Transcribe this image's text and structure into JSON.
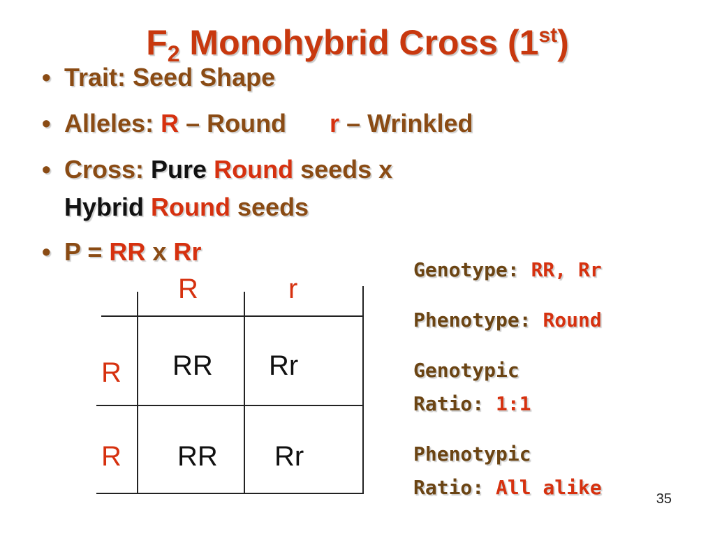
{
  "title": {
    "prefix": "F",
    "sub": "2",
    "main": " Monohybrid Cross (1",
    "sup": "st",
    "end": ")"
  },
  "bullets": {
    "trait": "Trait: Seed Shape",
    "alleles_label": "Alleles: ",
    "allele_R": "R",
    "allele_R_desc": " – Round",
    "allele_r": "r",
    "allele_r_desc": " – Wrinkled",
    "cross_label": "Cross:  ",
    "cross_pure": "Pure",
    "cross_round1": "Round",
    "cross_seeds1": " seeds    x",
    "cross_hybrid": "Hybrid",
    "cross_round2": "Round",
    "cross_seeds2": " seeds",
    "p_label": "P = ",
    "p_rr": "RR",
    "p_x": " x   ",
    "p_rr2": "Rr"
  },
  "punnett": {
    "col_headers": [
      "R",
      "r"
    ],
    "row_headers": [
      "R",
      "R"
    ],
    "cells": [
      [
        "RR",
        "Rr"
      ],
      [
        "RR",
        "Rr"
      ]
    ]
  },
  "info": {
    "genotype_label": "Genotype: ",
    "genotype_value": "RR, Rr",
    "phenotype_label": "Phenotype",
    "phenotype_colon": ": ",
    "phenotype_value": "Round",
    "genotypic_label1": "Genotypic",
    "genotypic_label2": "Ratio:  ",
    "genotypic_value": "1:1",
    "phenotypic_label1": "Phenotypic",
    "phenotypic_label2": "Ratio: ",
    "phenotypic_value": "All alike"
  },
  "page_number": "35",
  "colors": {
    "title": "#c8380e",
    "bullet": "#8a4b14",
    "accent": "#d6310f"
  }
}
